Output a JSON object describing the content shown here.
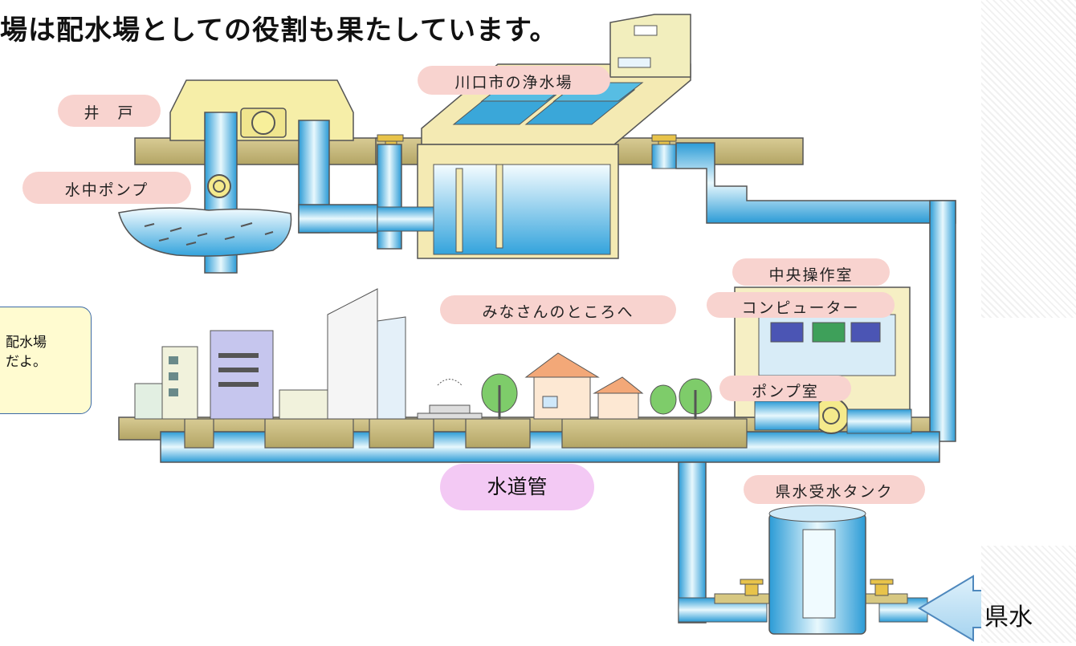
{
  "title": "場は配水場としての役割も果たしています。",
  "labels": {
    "well": "井　戸",
    "submersible_pump": "水中ポンプ",
    "treatment_plant": "川口市の浄水場",
    "to_everyone": "みなさんのところへ",
    "control_room": "中央操作室",
    "computer": "コンピューター",
    "pump_room": "ポンプ室",
    "water_main": "水道管",
    "prefecture_tank": "県水受水タンク",
    "prefecture_water": "県水"
  },
  "callout": {
    "line1": "配水場",
    "line2": "だよ。"
  },
  "colors": {
    "water_light": "#e3f6fc",
    "water_dark": "#2b9bd6",
    "ground": "#c7b87a",
    "label_pink": "#f8d3cf",
    "pipe_label": "#f3c9f4",
    "callout_bg": "#fffbd0",
    "callout_border": "#3c6aa6",
    "arrow": "#bfe2f7"
  }
}
